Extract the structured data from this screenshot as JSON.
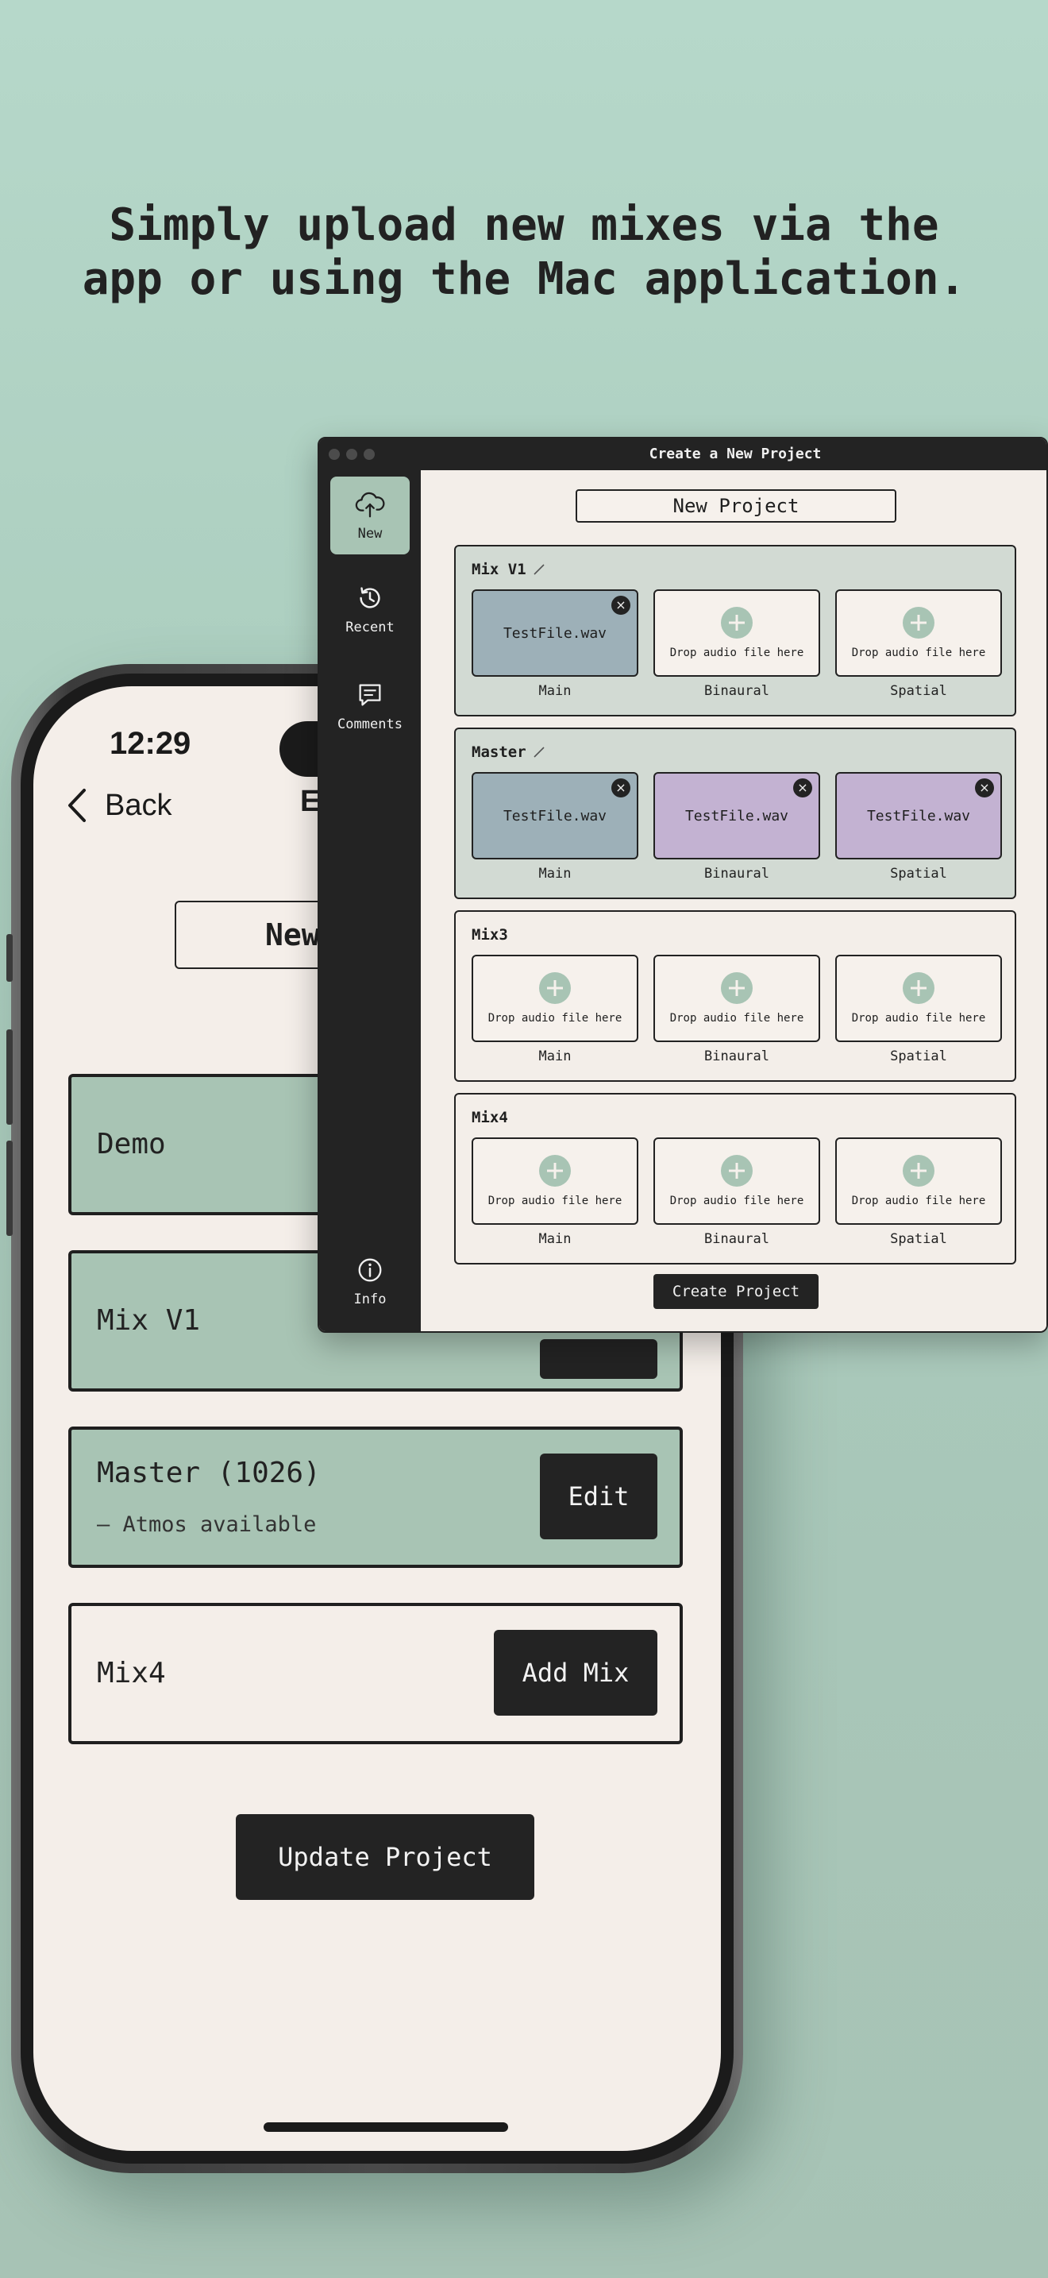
{
  "headline": {
    "line1": "Simply upload new mixes via the",
    "line2": "app or using the Mac application."
  },
  "phone": {
    "time": "12:29",
    "back_label": "Back",
    "nav_title": "Ed",
    "name_partial": "New",
    "mixes": [
      {
        "title": "Demo",
        "subtitle": "",
        "action": ""
      },
      {
        "title": "Mix V1",
        "subtitle": "",
        "action": ""
      },
      {
        "title": "Master (1026)",
        "subtitle": "– Atmos available",
        "action": "Edit"
      },
      {
        "title": "Mix4",
        "subtitle": "",
        "action": "Add Mix"
      }
    ],
    "update_label": "Update Project"
  },
  "mac": {
    "window_title": "Create a New Project",
    "sidebar": [
      {
        "label": "New",
        "icon": "cloud-upload-icon"
      },
      {
        "label": "Recent",
        "icon": "history-icon"
      },
      {
        "label": "Comments",
        "icon": "comment-icon"
      },
      {
        "label": "Info",
        "icon": "info-icon"
      }
    ],
    "project_name": "New Project",
    "slot_labels": [
      "Main",
      "Binaural",
      "Spatial"
    ],
    "drop_text": "Drop audio file here",
    "file_name": "TestFile.wav",
    "sections": [
      {
        "title": "Mix V1"
      },
      {
        "title": "Master"
      },
      {
        "title": "Mix3"
      },
      {
        "title": "Mix4"
      }
    ],
    "create_label": "Create Project"
  },
  "colors": {
    "accent_green": "#a8c4b4",
    "dark": "#232323",
    "file_blue": "#9db0b8",
    "file_purple": "#c3b2d2",
    "paper": "#f4eee9"
  }
}
